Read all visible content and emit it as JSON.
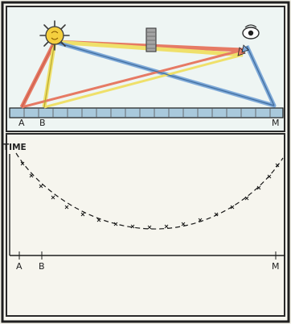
{
  "labels": {
    "point_a": "A",
    "point_b": "B",
    "point_m": "M",
    "axis_time": "TIME",
    "axis_a": "A",
    "axis_b": "B",
    "axis_m": "M"
  },
  "colors": {
    "frame": "#1f1f1f",
    "upper_panel": "#eef4f2",
    "ground": "#a7c6d8",
    "ray_red": "#e67a64",
    "ray_yellow": "#efe06a",
    "ray_blue": "#7ea9d8",
    "sun_fill": "#f4cf3e",
    "dashed_curve": "#1a1a1a"
  },
  "icons": {
    "sun": "sun-icon",
    "eye": "eye-icon",
    "mirror": "mirror-icon"
  }
}
